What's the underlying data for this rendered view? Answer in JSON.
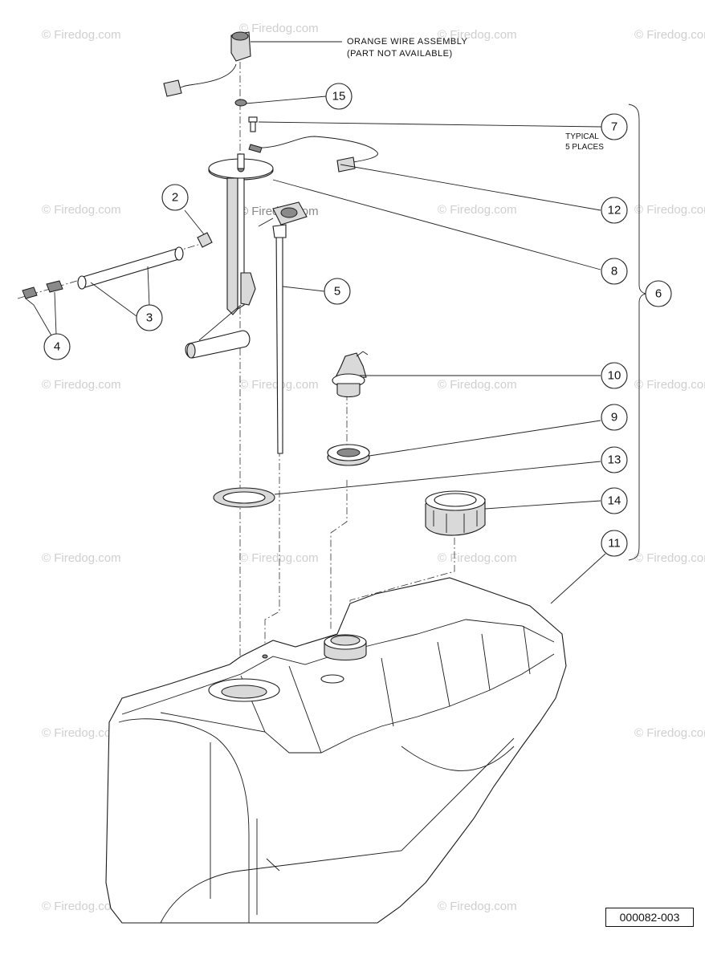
{
  "watermark": "© Firedog.com",
  "notes": {
    "orange_wire_line1": "ORANGE WIRE ASSEMBLY",
    "orange_wire_line2": "(PART NOT AVAILABLE)",
    "typical_line1": "TYPICAL",
    "typical_line2": "5 PLACES"
  },
  "callouts": [
    "2",
    "3",
    "4",
    "5",
    "6",
    "7",
    "8",
    "9",
    "10",
    "11",
    "12",
    "13",
    "14",
    "15"
  ],
  "figure_id": "000082-003",
  "colors": {
    "line": "#1a1a1a",
    "fill_light": "#d9d9d9",
    "fill_dark": "#8a8a8a",
    "watermark": "#cfcfcf"
  }
}
